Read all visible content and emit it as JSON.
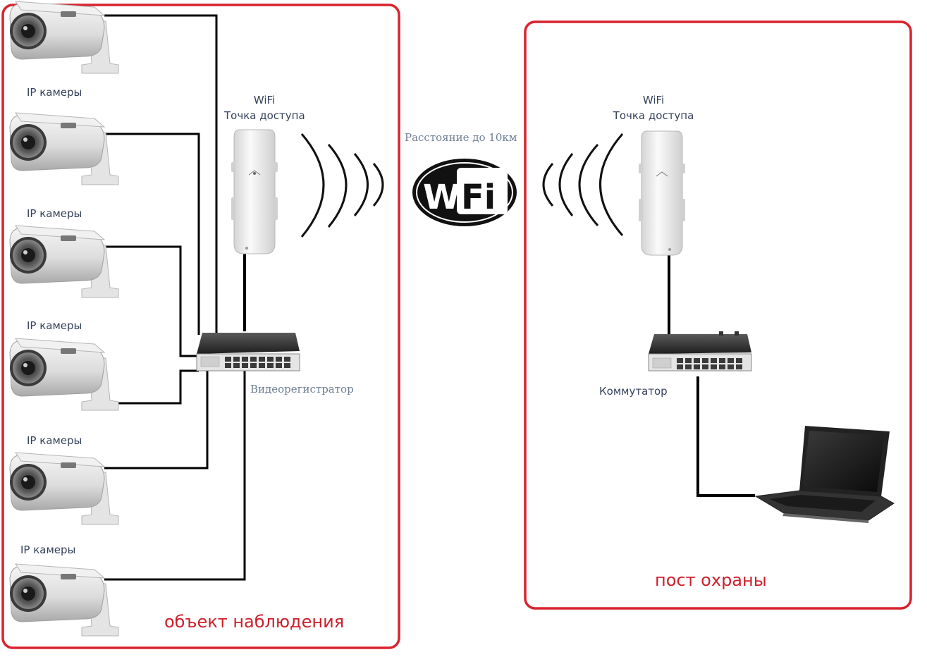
{
  "zones": {
    "left_label": "объект наблюдения",
    "right_label": "пост охраны",
    "border_color": "#d9232e"
  },
  "cameras": [
    {
      "label": "IP камеры"
    },
    {
      "label": "IP камеры"
    },
    {
      "label": "IP камеры"
    },
    {
      "label": "IP камеры"
    },
    {
      "label": "IP камеры"
    }
  ],
  "left_ap": {
    "line1": "WiFi",
    "line2": "Точка доступа"
  },
  "right_ap": {
    "line1": "WiFi",
    "line2": "Точка доступа"
  },
  "distance_label": "Расстояние до 10км",
  "wifi_logo": {
    "left": "Wi",
    "right": "Fi"
  },
  "nvr_label": "Видеорегистратор",
  "switch_label": "Коммутатор",
  "icons": [
    "ip-camera-icon",
    "wifi-access-point-icon",
    "network-switch-icon",
    "laptop-icon",
    "wifi-logo-icon",
    "signal-waves-icon"
  ]
}
